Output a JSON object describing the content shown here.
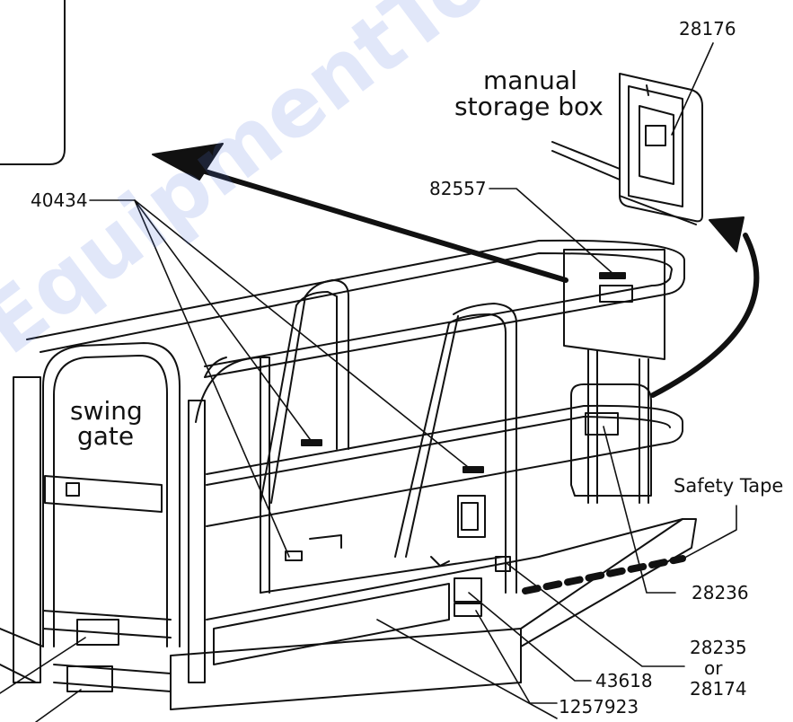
{
  "watermark": "EquipmentToGo.com",
  "labels": {
    "part_28176": "28176",
    "manual_storage_box_line1": "manual",
    "manual_storage_box_line2": "storage box",
    "part_40434": "40434",
    "part_82557": "82557",
    "swing_gate_line1": "swing",
    "swing_gate_line2": "gate",
    "safety_tape": "Safety Tape",
    "part_28236": "28236",
    "part_28235": "28235",
    "or_word": "or",
    "part_28174": "28174",
    "part_43618": "43618",
    "part_1257923": "1257923"
  },
  "colors": {
    "line": "#111111",
    "watermark": "#5a78dc"
  }
}
